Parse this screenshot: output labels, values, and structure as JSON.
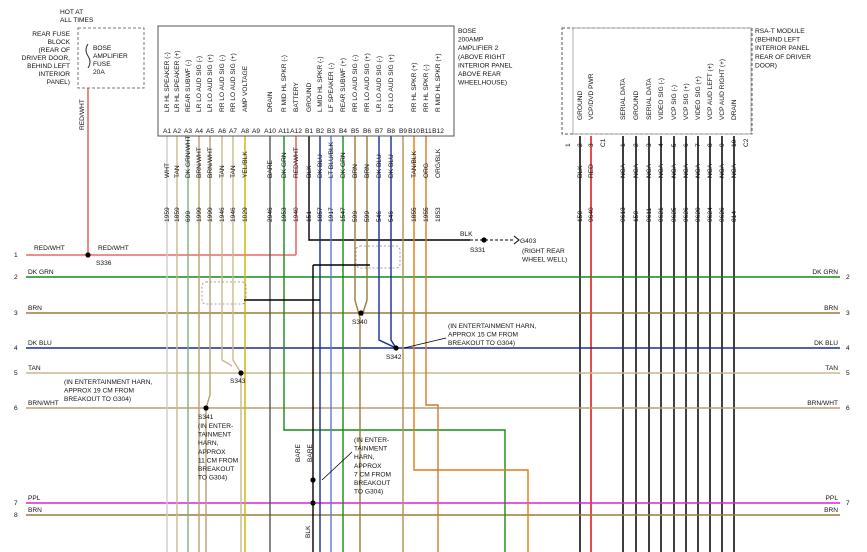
{
  "hot_label": [
    "HOT AT",
    "ALL TIMES"
  ],
  "fuse_block": {
    "location": [
      "REAR FUSE",
      "BLOCK",
      "(REAR OF",
      "DRIVER DOOR,",
      "BEHIND LEFT",
      "INTERIOR",
      "PANEL)"
    ],
    "fuse": [
      "BOSE",
      "AMPLIFIER",
      "FUSE",
      "20A"
    ],
    "feed_wire": "RED/WHT"
  },
  "amplifier": {
    "desc": [
      "BOSE",
      "200AMP",
      "AMPLIFIER 2",
      "(ABOVE RIGHT",
      "INTERIOR PANEL",
      "ABOVE REAR",
      "WHEELHOUSE)"
    ]
  },
  "pins": [
    {
      "pin": "A1",
      "func": "LR HL SPEAKER (-)",
      "color": "WHT",
      "circuit": "1959"
    },
    {
      "pin": "A2",
      "func": "LR HL SPEAKER (+)",
      "color": "TAN",
      "circuit": "1859"
    },
    {
      "pin": "A3",
      "func": "REAR SUBWF (-)",
      "color": "DK GRN/WHT",
      "circuit": "699"
    },
    {
      "pin": "A4",
      "func": "LR LO AUD SIG (-)",
      "color": "BRN/WHT",
      "circuit": "1999"
    },
    {
      "pin": "A5",
      "func": "LR LO AUD SIG (+)",
      "color": "BRN/WHT",
      "circuit": "1999"
    },
    {
      "pin": "A6",
      "func": "RR LO AUD SIG (-)",
      "color": "TAN",
      "circuit": "1946"
    },
    {
      "pin": "A7",
      "func": "RR LO AUD SIG (+)",
      "color": "TAN",
      "circuit": "1946"
    },
    {
      "pin": "A8",
      "func": "AMP VOLTAGE",
      "color": "YEL/BLK",
      "circuit": "1029"
    },
    {
      "pin": "A9",
      "func": "",
      "color": "",
      "circuit": ""
    },
    {
      "pin": "A10",
      "func": "DRAIN",
      "color": "BARE",
      "circuit": "2946"
    },
    {
      "pin": "A11",
      "func": "R MID HL SPKR (-)",
      "color": "DK GRN",
      "circuit": "1953"
    },
    {
      "pin": "A12",
      "func": "BATTERY",
      "color": "RED/WHT",
      "circuit": "1940"
    },
    {
      "pin": "B1",
      "func": "GROUND",
      "color": "BLK",
      "circuit": "151"
    },
    {
      "pin": "B2",
      "func": "L MID HL SPKR (-)",
      "color": "DK BLU",
      "circuit": "1857"
    },
    {
      "pin": "B3",
      "func": "LF SPEAKER (-)",
      "color": "LT BLU/BLK",
      "circuit": "1917"
    },
    {
      "pin": "B4",
      "func": "REAR SUBWF (+)",
      "color": "DK GRN",
      "circuit": "1547"
    },
    {
      "pin": "B5",
      "func": "RR LO AUD SIG (-)",
      "color": "BRN",
      "circuit": "599"
    },
    {
      "pin": "B6",
      "func": "RR LO AUD SIG (+)",
      "color": "BRN",
      "circuit": "599"
    },
    {
      "pin": "B7",
      "func": "LR LO AUD SIG (-)",
      "color": "DK BLU",
      "circuit": "546"
    },
    {
      "pin": "B8",
      "func": "LR LO AUD SIG (+)",
      "color": "DK BLU",
      "circuit": "546"
    },
    {
      "pin": "B9",
      "func": "",
      "color": "",
      "circuit": ""
    },
    {
      "pin": "B10",
      "func": "RR HL SPKR (+)",
      "color": "TAN/BLK",
      "circuit": "1855"
    },
    {
      "pin": "B11",
      "func": "RR HL SPKR (-)",
      "color": "ORG",
      "circuit": "1955"
    },
    {
      "pin": "B12",
      "func": "R MID HL SPKR (+)",
      "color": "ORG/BLK",
      "circuit": "1853"
    }
  ],
  "module": {
    "desc": [
      "RSA-T MODULE",
      "(BEHIND LEFT",
      "INTERIOR PANEL",
      "REAR OF DRIVER",
      "DOOR)"
    ],
    "pins": [
      {
        "pin": "1",
        "func": "",
        "color": "",
        "circuit": ""
      },
      {
        "pin": "2",
        "func": "GROUND",
        "color": "BLK",
        "circuit": "150"
      },
      {
        "pin": "3",
        "func": "VCP/DVD PWR",
        "color": "RED",
        "circuit": "9640"
      },
      {
        "pin": "C1",
        "func": "",
        "color": "",
        "circuit": ""
      },
      {
        "pin": "1",
        "func": "SERIAL DATA",
        "color": "NCA",
        "circuit": "9613"
      },
      {
        "pin": "2",
        "func": "GROUND",
        "color": "NCA",
        "circuit": "150"
      },
      {
        "pin": "3",
        "func": "SERIAL DATA",
        "color": "NCA",
        "circuit": "9611"
      },
      {
        "pin": "4",
        "func": "VIDEO SIG (-)",
        "color": "NCA",
        "circuit": "9621"
      },
      {
        "pin": "5",
        "func": "VCP SIG (-)",
        "color": "NCA",
        "circuit": "9625"
      },
      {
        "pin": "6",
        "func": "VCP SIG (+)",
        "color": "NCA",
        "circuit": "9626"
      },
      {
        "pin": "7",
        "func": "VIDEO SIG (+)",
        "color": "NCA",
        "circuit": "9620"
      },
      {
        "pin": "8",
        "func": "VCP AUD LEFT (+)",
        "color": "NCA",
        "circuit": "9624"
      },
      {
        "pin": "9",
        "func": "VCP AUD RIGHT (+)",
        "color": "NCA",
        "circuit": "9626"
      },
      {
        "pin": "10",
        "func": "DRAIN",
        "color": "NCA",
        "circuit": "814"
      },
      {
        "pin": "C2",
        "func": "",
        "color": "",
        "circuit": ""
      }
    ]
  },
  "left_rows": [
    "1",
    "2",
    "3",
    "4",
    "5",
    "6",
    "7",
    "8"
  ],
  "right_rows": [
    "2",
    "3",
    "4",
    "5",
    "6",
    "7"
  ],
  "buses": [
    {
      "label": "DK GRN",
      "color": "#1a8a1a"
    },
    {
      "label": "BRN",
      "color": "#9b7a3a"
    },
    {
      "label": "DK BLU",
      "color": "#1a2a9a"
    },
    {
      "label": "TAN",
      "color": "#c9b98a"
    },
    {
      "label": "BRN/WHT",
      "color": "#b8a070"
    },
    {
      "label": "PPL",
      "color": "#dd22dd"
    },
    {
      "label": "BRN",
      "color": "#9b7a3a"
    }
  ],
  "row1": {
    "left": "RED/WHT",
    "mid": "RED/WHT",
    "splice": "S336"
  },
  "ground": {
    "wire": "BLK",
    "splice": "S331",
    "id": "G403",
    "loc": [
      "(RIGHT REAR",
      "WHEEL WELL)"
    ]
  },
  "splices": {
    "s340": "S340",
    "s342": "S342",
    "s342_note": [
      "(IN ENTERTAINMENT HARN,",
      "APPROX 15 CM FROM",
      "BREAKOUT TO G304)"
    ],
    "s343": "S343",
    "s343_note": [
      "(IN ENTERTAINMENT HARN,",
      "APPROX 19 CM FROM",
      "BREAKOUT TO G304)"
    ],
    "s341": "S341",
    "s341_note": [
      "(IN ENTER-",
      "TAINMENT",
      "HARN,",
      "APPROX",
      "11 CM FROM",
      "BREAKOUT",
      "TO G304)"
    ],
    "harn_note": [
      "(IN ENTER-",
      "TAINMENT",
      "HARN,",
      "APPROX",
      "7 CM FROM",
      "BREAKOUT",
      "TO G304)"
    ]
  },
  "bare_labels": [
    "BARE",
    "BARE"
  ],
  "blk_bottom": "BLK"
}
